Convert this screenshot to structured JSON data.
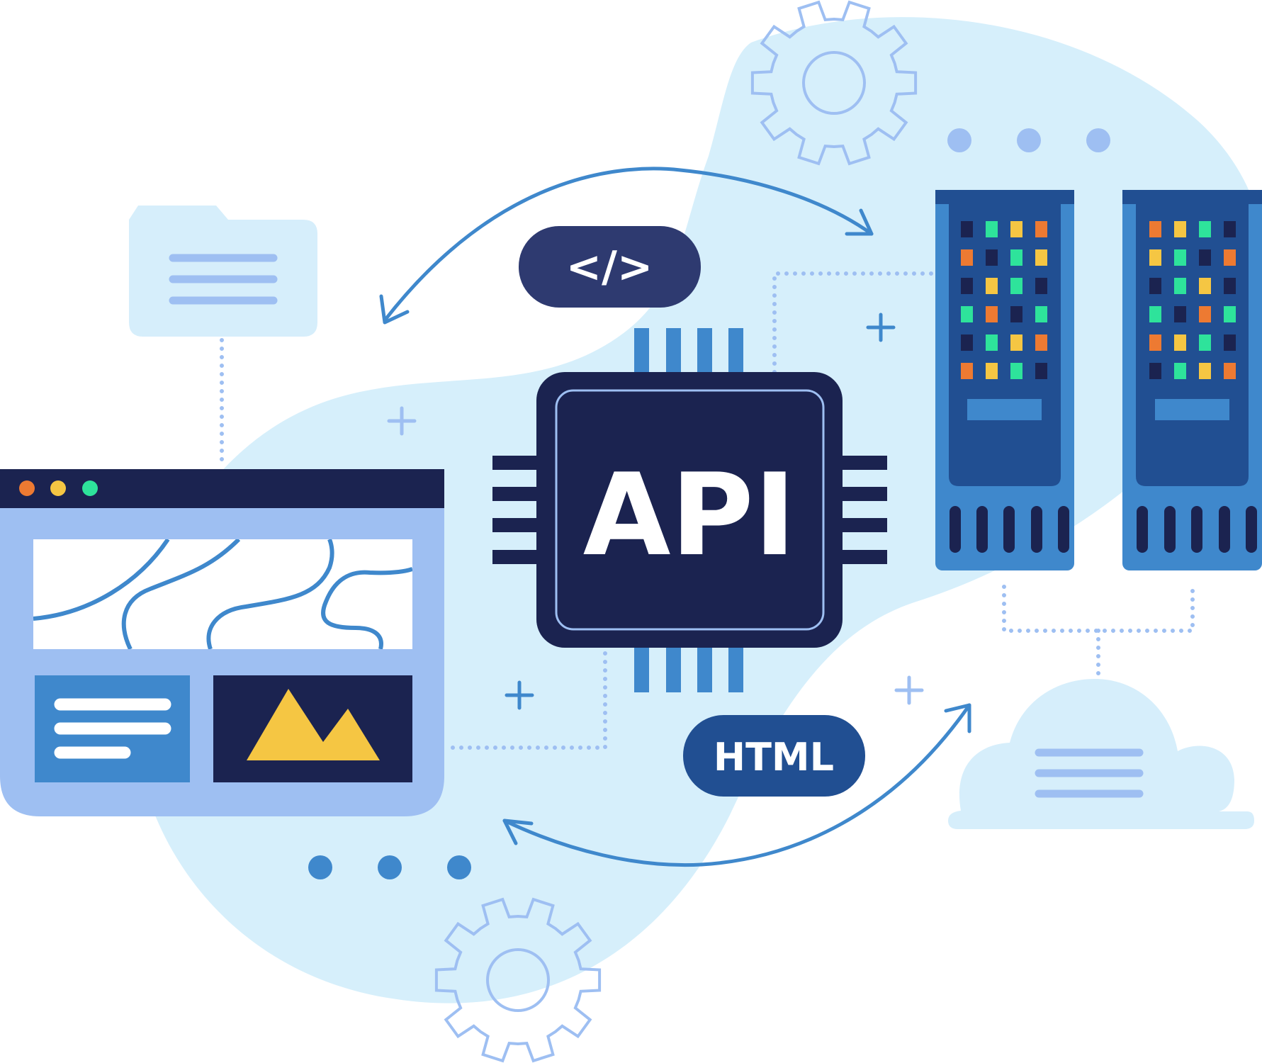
{
  "colors": {
    "blob": "#d6effb",
    "navy": "#1b2350",
    "code_pill": "#2e3a70",
    "royal": "#214f92",
    "mid_blue": "#3f88cc",
    "light_blue": "#9ebff2",
    "pale_blue": "#d6eefb",
    "yellow": "#f5c643",
    "orange": "#ed7a32",
    "green": "#2ee39b",
    "white": "#ffffff"
  },
  "chip": {
    "label": "API"
  },
  "code_badge": {
    "label": "</>"
  },
  "html_badge": {
    "label": "HTML"
  },
  "server_led_rows": [
    [
      [
        "navy",
        "green",
        "yellow",
        "orange"
      ],
      [
        "orange",
        "yellow",
        "green",
        "navy"
      ]
    ],
    [
      [
        "orange",
        "navy",
        "green",
        "yellow"
      ],
      [
        "yellow",
        "green",
        "navy",
        "orange"
      ]
    ],
    [
      [
        "navy",
        "yellow",
        "green",
        "navy"
      ],
      [
        "navy",
        "green",
        "yellow",
        "navy"
      ]
    ],
    [
      [
        "green",
        "orange",
        "navy",
        "green"
      ],
      [
        "green",
        "navy",
        "orange",
        "green"
      ]
    ],
    [
      [
        "navy",
        "green",
        "yellow",
        "orange"
      ],
      [
        "orange",
        "yellow",
        "green",
        "navy"
      ]
    ],
    [
      [
        "orange",
        "yellow",
        "green",
        "navy"
      ],
      [
        "navy",
        "green",
        "yellow",
        "orange"
      ]
    ]
  ]
}
